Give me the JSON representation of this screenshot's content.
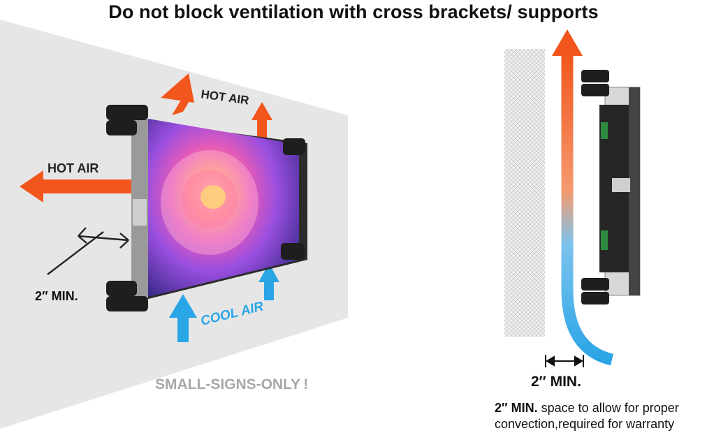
{
  "title": "Do not block ventilation with cross brackets/ supports",
  "left_panel": {
    "hot_air_top": "HOT AIR",
    "hot_air_left": "HOT AIR",
    "cool_air": "COOL AIR",
    "clearance": "2″ MIN.",
    "watermark": "SMALL-SIGNS-ONLY !"
  },
  "right_panel": {
    "clearance": "2″ MIN.",
    "note_bold": "2″ MIN.",
    "note_line1": " space to allow for proper",
    "note_line2": "convection,required for warranty"
  },
  "colors": {
    "hot": "#f2561d",
    "cool": "#2aa5e6",
    "wall": "#e6e6e6",
    "watermark": "#a8a8a8"
  }
}
